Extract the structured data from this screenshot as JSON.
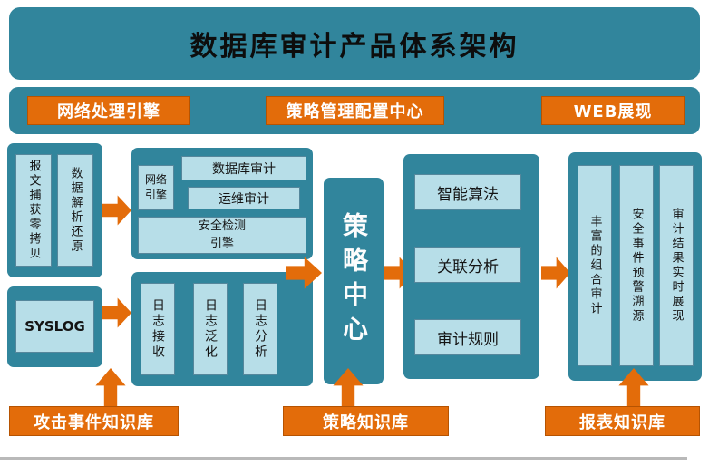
{
  "title": "数据库审计产品体系架构",
  "top_bar": {
    "network_engine": "网络处理引擎",
    "policy_config": "策略管理配置中心",
    "web_display": "WEB展现"
  },
  "left": {
    "packet_capture": "报文捕获零拷贝",
    "data_parse": "数据解析还原",
    "syslog": "SYSLOG"
  },
  "engine_panel": {
    "network_engine": "网络\n引擎",
    "db_audit": "数据库审计",
    "ops_audit": "运维审计",
    "security_engine": "安全检测\n引擎"
  },
  "log_panel": {
    "receive": "日志接收",
    "normalize": "日志泛化",
    "analyze": "日志分析"
  },
  "policy_center": "策略中心",
  "analysis_panel": {
    "smart_algo": "智能算法",
    "correlation": "关联分析",
    "audit_rules": "审计规则"
  },
  "result_panel": {
    "combo_audit": "丰富的组合审计",
    "alert_trace": "安全事件预警溯源",
    "realtime_display": "审计结果实时展现"
  },
  "bottom_bar": {
    "attack_kb": "攻击事件知识库",
    "policy_kb": "策略知识库",
    "report_kb": "报表知识库"
  },
  "colors": {
    "teal": "#31859C",
    "light_blue": "#B7DEE8",
    "orange": "#E36C0A"
  }
}
